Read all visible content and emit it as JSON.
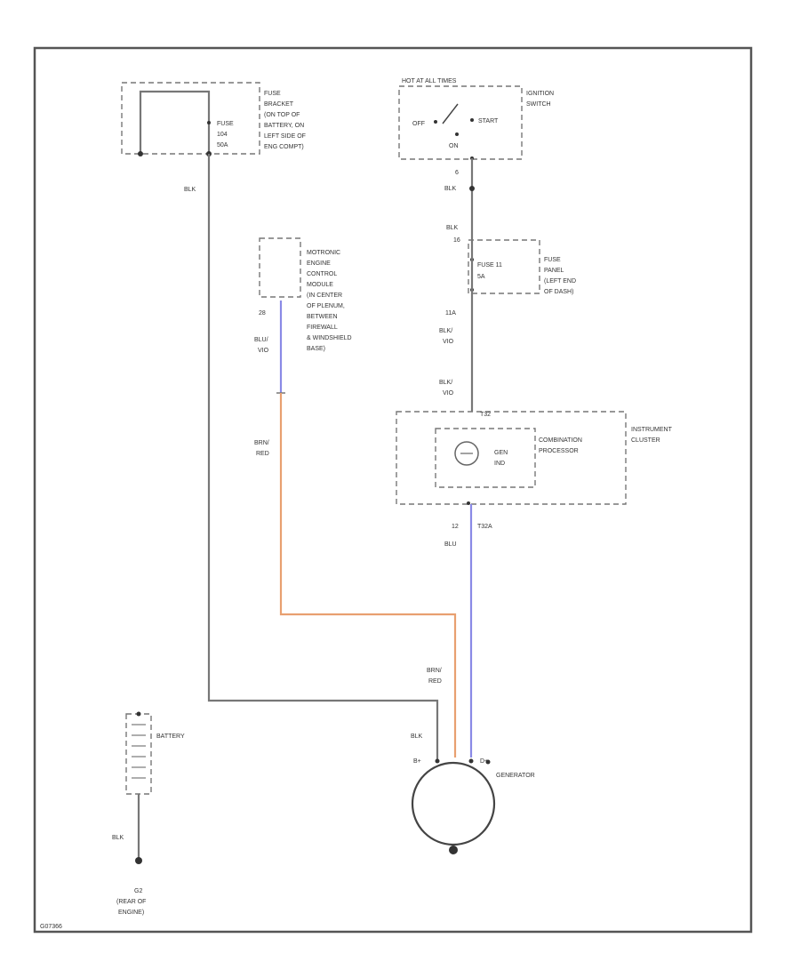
{
  "colors": {
    "frame": "#555555",
    "wire_blk": "#777777",
    "wire_blu": "#8a8ae6",
    "wire_brn_red": "#e8a070",
    "component_dashed": "#777777"
  },
  "fuse_bracket": {
    "label_lines": [
      "FUSE",
      "BRACKET",
      "(ON TOP OF",
      "BATTERY, ON",
      "LEFT SIDE OF",
      "ENG COMPT)"
    ],
    "fuse_lines": [
      "FUSE",
      "104",
      "50A"
    ]
  },
  "ignition_switch": {
    "hot_label": "HOT AT ALL TIMES",
    "label_lines": [
      "IGNITION",
      "SWITCH"
    ],
    "off_label": "OFF",
    "start_label": "START",
    "on_label": "ON",
    "pin_out": "6"
  },
  "ecm": {
    "label_lines": [
      "MOTRONIC",
      "ENGINE",
      "CONTROL",
      "MODULE",
      "(IN CENTER",
      "OF PLENUM,",
      "BETWEEN",
      "FIREWALL",
      "& WINDSHIELD",
      "BASE)"
    ],
    "pin": "28",
    "wire_lines": [
      "BLU/",
      "VIO"
    ]
  },
  "fuse_panel": {
    "pin_in": "16",
    "fuse_label": "FUSE 11",
    "fuse_rating": "5A",
    "pin_out": "11A",
    "label_lines": [
      "FUSE",
      "PANEL",
      "(LEFT END",
      "OF DASH)"
    ]
  },
  "instrument_cluster": {
    "connector_in": "T32",
    "label_lines": [
      "INSTRUMENT",
      "CLUSTER"
    ],
    "processor_lines": [
      "COMBINATION",
      "PROCESSOR"
    ],
    "indicator_lines": [
      "GEN",
      "IND"
    ],
    "pin_out_left": "12",
    "pin_out_right": "T32A"
  },
  "wires": {
    "blk_fuse_out": "BLK",
    "blk_ign": "BLK",
    "blk_ign_upper": "BLK",
    "blu_vio_1": [
      "BLK/",
      "VIO"
    ],
    "blu_vio_2": [
      "BLK/",
      "VIO"
    ],
    "blu_cluster": "BLU",
    "brn_red_upper": [
      "BRN/",
      "RED"
    ],
    "brn_red_lower": [
      "BRN/",
      "RED"
    ],
    "blk_generator": "BLK",
    "blk_battery": "BLK"
  },
  "battery": {
    "label": "BATTERY"
  },
  "generator": {
    "label": "GENERATOR",
    "terminal_b": "B+",
    "terminal_d": "D+"
  },
  "ground": {
    "id": "G2",
    "label_lines": [
      "(REAR OF",
      "ENGINE)"
    ]
  },
  "diagram_code": "G07366"
}
